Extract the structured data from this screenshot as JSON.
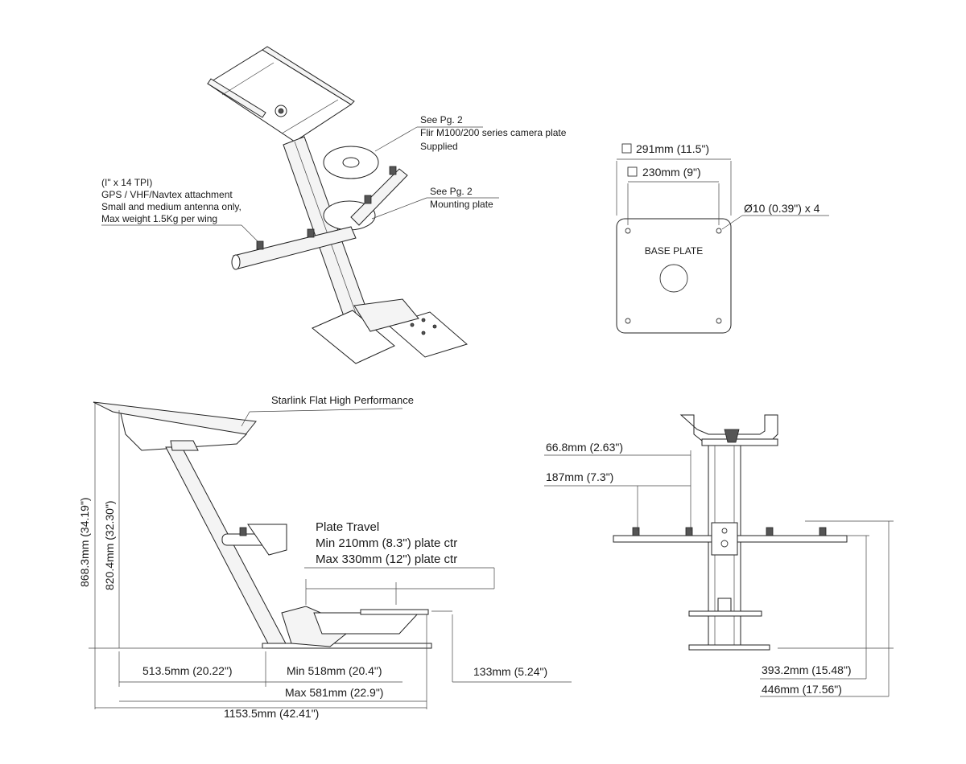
{
  "iso_view": {
    "callout_camera": [
      "See Pg. 2",
      "Flir M100/200 series camera plate",
      "Supplied"
    ],
    "callout_mount": [
      "See Pg. 2",
      "Mounting plate"
    ],
    "callout_wing": [
      "(I\" x 14 TPI)",
      "GPS / VHF/Navtex  attachment",
      "Small and medium antenna only,",
      "Max weight 1.5Kg per wing"
    ]
  },
  "base_plate": {
    "outer": "291mm (11.5\")",
    "inner": "230mm (9\")",
    "holes": "Ø10 (0.39\") x 4",
    "label": "BASE PLATE"
  },
  "side_view": {
    "product": "Starlink Flat High Performance",
    "plate_travel": [
      "Plate Travel",
      "Min 210mm (8.3\") plate ctr",
      "Max 330mm (12\") plate ctr"
    ],
    "height_total": "868.3mm (34.19\")",
    "height_top": "820.4mm (32.30\")",
    "dim_513": "513.5mm (20.22\")",
    "dim_min518": "Min 518mm (20.4\")",
    "dim_max581": "Max 581mm (22.9\")",
    "dim_133": "133mm (5.24\")",
    "dim_total": "1153.5mm (42.41\")"
  },
  "front_view": {
    "dim_66": "66.8mm (2.63\")",
    "dim_187": "187mm (7.3\")",
    "dim_393": "393.2mm (15.48\")",
    "dim_446": "446mm (17.56\")"
  }
}
